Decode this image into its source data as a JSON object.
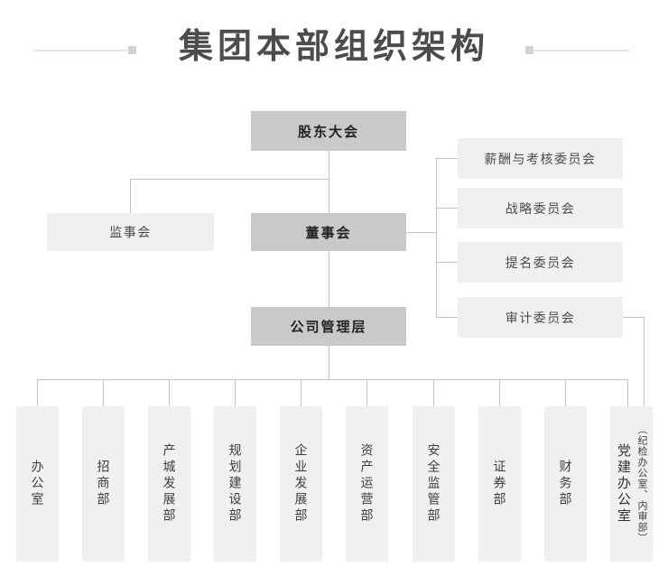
{
  "title": "集团本部组织架构",
  "colors": {
    "primary_box_bg": "#c9c9c9",
    "secondary_box_bg": "#f0f0f0",
    "line": "#c3c3c3",
    "title_text": "#4c4c4c",
    "decor_line": "#e6e6e6",
    "decor_square": "#d2d2d2"
  },
  "nodes": {
    "shareholders": "股东大会",
    "supervisory": "监事会",
    "board": "董事会",
    "management": "公司管理层"
  },
  "committees": [
    {
      "label": "薪酬与考核委员会"
    },
    {
      "label": "战略委员会"
    },
    {
      "label": "提名委员会"
    },
    {
      "label": "审计委员会"
    }
  ],
  "departments": [
    {
      "label": "办公室"
    },
    {
      "label": "招商部"
    },
    {
      "label": "产城发展部"
    },
    {
      "label": "规划建设部"
    },
    {
      "label": "企业发展部"
    },
    {
      "label": "资产运营部"
    },
    {
      "label": "安全监管部"
    },
    {
      "label": "证券部"
    },
    {
      "label": "财务部"
    },
    {
      "label": "党建办公室",
      "sublabel": "（纪检办公室、内审部）"
    }
  ]
}
